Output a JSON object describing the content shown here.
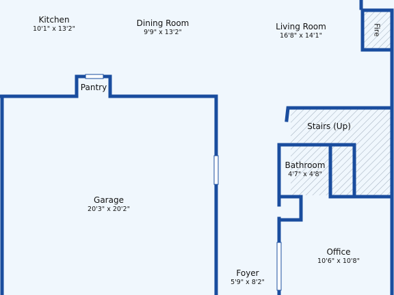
{
  "plan": {
    "colors": {
      "background": "#f0f7fd",
      "wall": "#1a4d9e",
      "hatch": "#a9b6c4"
    },
    "rooms": [
      {
        "id": "kitchen",
        "name": "Kitchen",
        "dims": "10'1\" x 13'2\""
      },
      {
        "id": "dining",
        "name": "Dining Room",
        "dims": "9'9\" x 13'2\""
      },
      {
        "id": "living",
        "name": "Living Room",
        "dims": "16'8\" x 14'1\""
      },
      {
        "id": "pantry",
        "name": "Pantry"
      },
      {
        "id": "stairs",
        "name": "Stairs (Up)"
      },
      {
        "id": "bathroom",
        "name": "Bathroom",
        "dims": "4'7\" x 4'8\""
      },
      {
        "id": "garage",
        "name": "Garage",
        "dims": "20'3\" x 20'2\""
      },
      {
        "id": "office",
        "name": "Office",
        "dims": "10'6\" x 10'8\""
      },
      {
        "id": "foyer",
        "name": "Foyer",
        "dims": "5'9\" x 8'2\""
      },
      {
        "id": "fire",
        "name": "Fire"
      }
    ]
  }
}
